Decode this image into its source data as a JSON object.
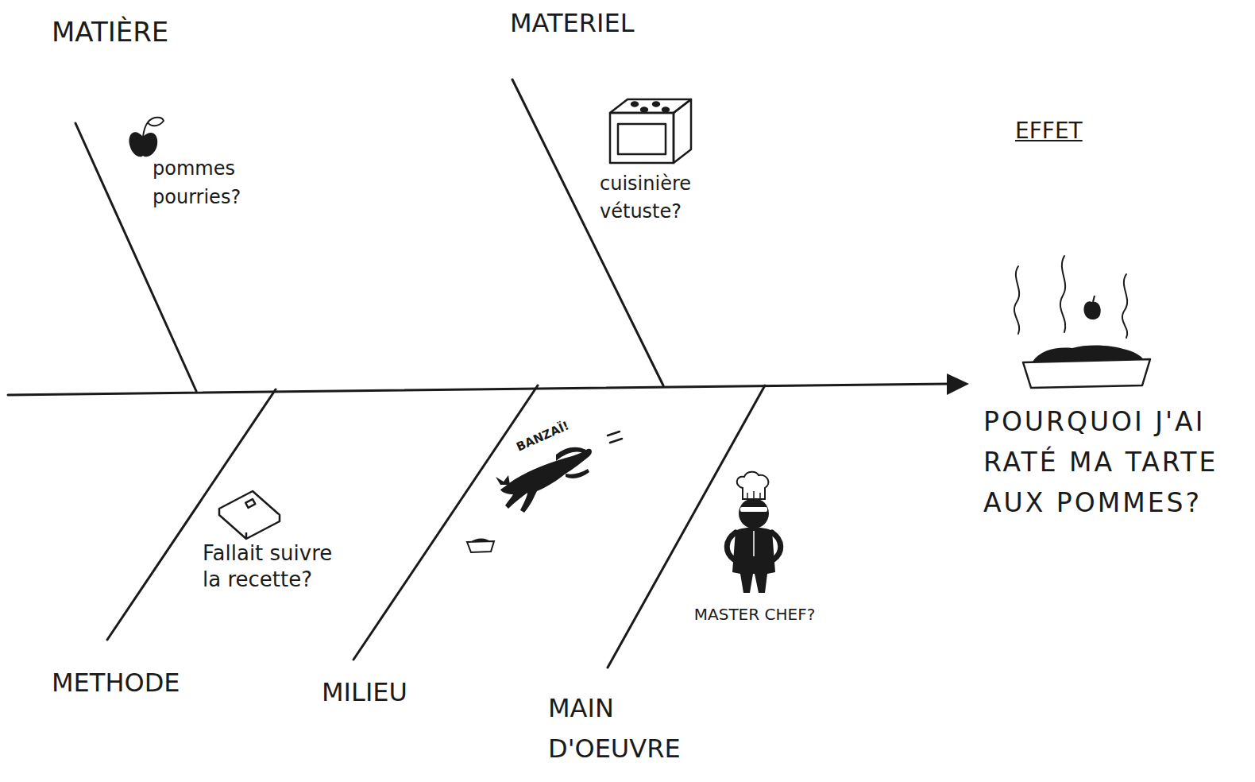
{
  "diagram": {
    "labels": [
      "MATIÈRE",
      "MATERIEL",
      "pommes pourries?",
      "cuisinière vétuste?",
      "EFFET",
      "POURQUOI J'AI RATÉ MA TARTE AUX POMMES?",
      "BANZAÏ!",
      "Fallait suivre la recette?",
      "MASTER CHEF?",
      "METHODE",
      "MILIEU",
      "MAIN D'OEUVRE"
    ]
  }
}
